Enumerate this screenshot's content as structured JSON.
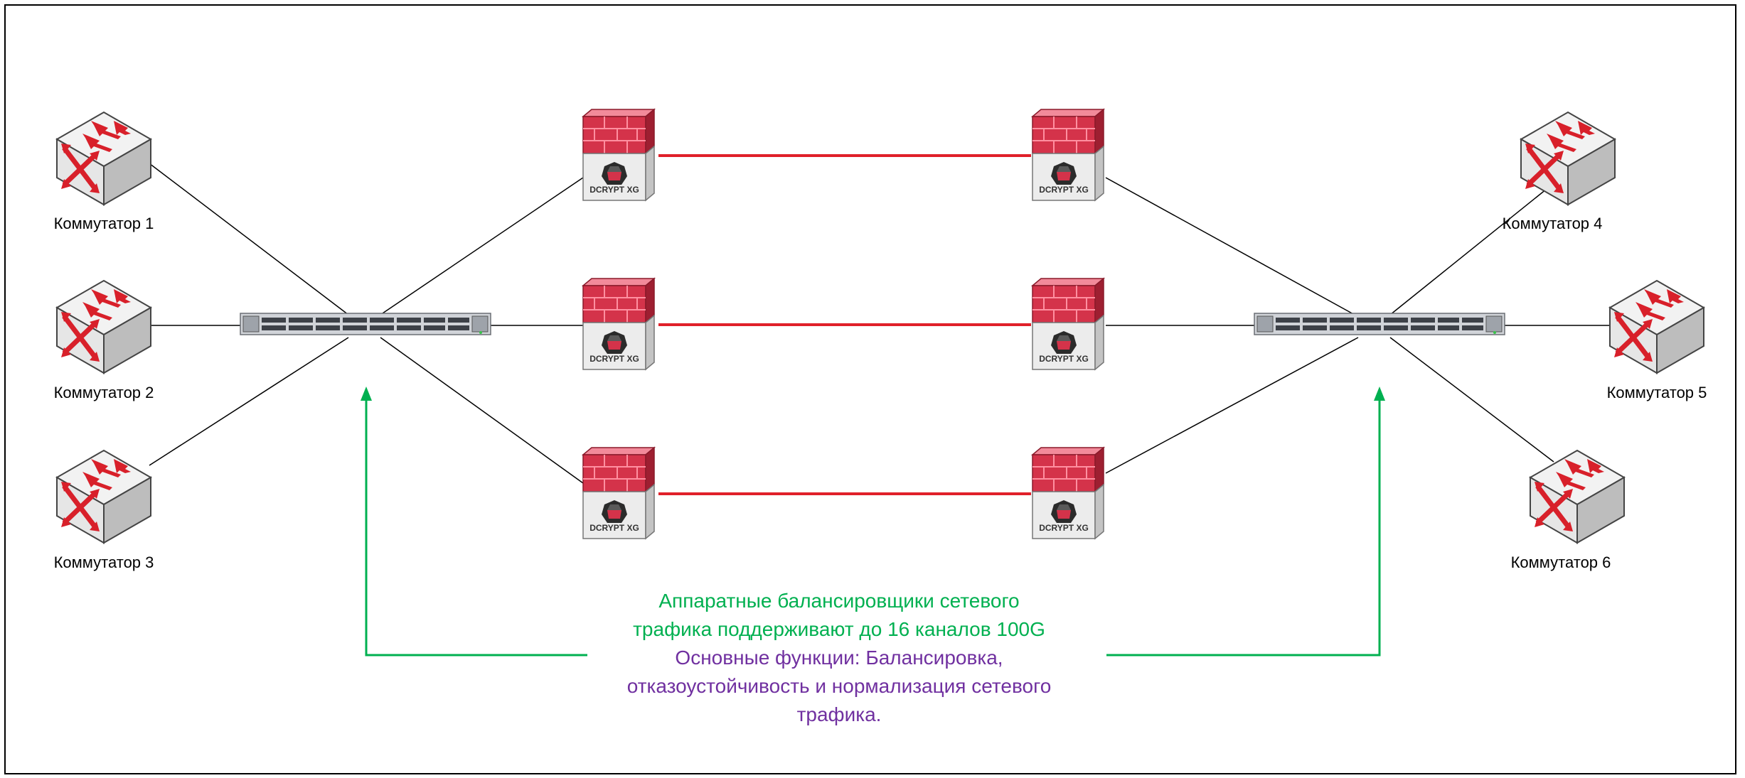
{
  "switches": [
    {
      "label": "Коммутатор 1"
    },
    {
      "label": "Коммутатор 2"
    },
    {
      "label": "Коммутатор 3"
    },
    {
      "label": "Коммутатор 4"
    },
    {
      "label": "Коммутатор 5"
    },
    {
      "label": "Коммутатор 6"
    }
  ],
  "encryptors": [
    {
      "label": "DCRYPT XG"
    },
    {
      "label": "DCRYPT XG"
    },
    {
      "label": "DCRYPT XG"
    },
    {
      "label": "DCRYPT XG"
    },
    {
      "label": "DCRYPT XG"
    },
    {
      "label": "DCRYPT XG"
    }
  ],
  "note": {
    "green_line1": "Аппаратные балансировщики сетевого",
    "green_line2": "трафика поддерживают до 16 каналов 100G",
    "purple_line1": "Основные функции: Балансировка,",
    "purple_line2": "отказоустойчивость и нормализация сетевого",
    "purple_line3": "трафика."
  },
  "colors": {
    "link_encrypted": "#e0202a",
    "link_plain": "#000000",
    "note_green": "#00b050",
    "note_purple": "#7030a0",
    "firewall_red": "#d4334a"
  },
  "icons": {
    "switch": "network-switch-icon",
    "encryptor": "firewall-encryptor-icon",
    "balancer": "load-balancer-icon"
  }
}
